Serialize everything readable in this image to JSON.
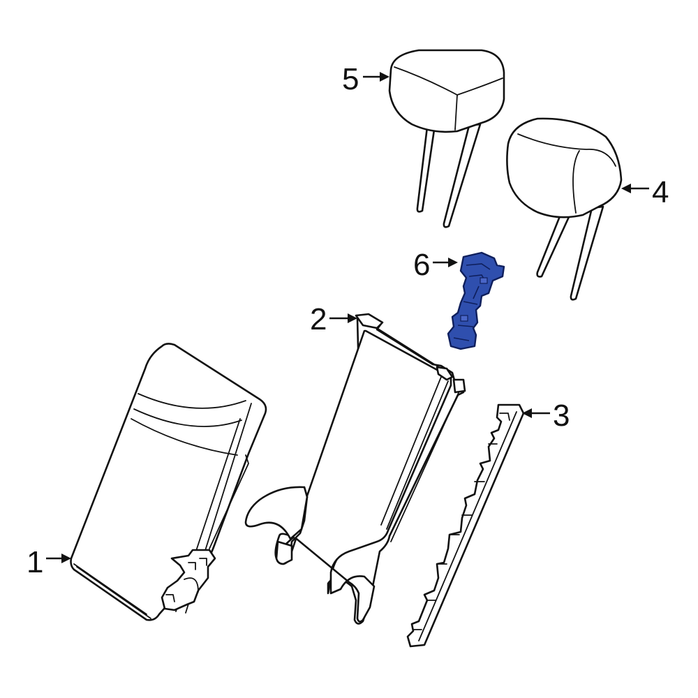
{
  "callouts": [
    {
      "id": "1",
      "part": "seat-back-cushion"
    },
    {
      "id": "2",
      "part": "seat-back-frame"
    },
    {
      "id": "3",
      "part": "side-trim-strip"
    },
    {
      "id": "4",
      "part": "headrest-right"
    },
    {
      "id": "5",
      "part": "headrest-left"
    },
    {
      "id": "6",
      "part": "headrest-guide"
    }
  ],
  "colors": {
    "line": "#111111",
    "highlight_fill": "#2f4fae",
    "highlight_stroke": "#0f1f5c",
    "background": "#ffffff"
  }
}
